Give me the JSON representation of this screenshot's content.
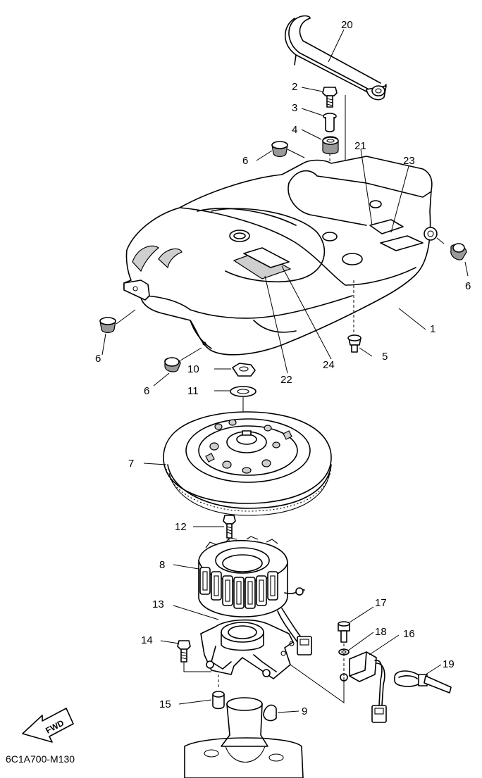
{
  "diagram": {
    "drawing_code": "6C1A700-M130",
    "direction_label": "FWD",
    "callouts": [
      {
        "id": "c20",
        "label": "20"
      },
      {
        "id": "c2",
        "label": "2"
      },
      {
        "id": "c3",
        "label": "3"
      },
      {
        "id": "c4",
        "label": "4"
      },
      {
        "id": "c21",
        "label": "21"
      },
      {
        "id": "c23",
        "label": "23"
      },
      {
        "id": "c6a",
        "label": "6"
      },
      {
        "id": "c6b",
        "label": "6"
      },
      {
        "id": "c6c",
        "label": "6"
      },
      {
        "id": "c6d",
        "label": "6"
      },
      {
        "id": "c1",
        "label": "1"
      },
      {
        "id": "c5",
        "label": "5"
      },
      {
        "id": "c24",
        "label": "24"
      },
      {
        "id": "c22",
        "label": "22"
      },
      {
        "id": "c10",
        "label": "10"
      },
      {
        "id": "c11",
        "label": "11"
      },
      {
        "id": "c7",
        "label": "7"
      },
      {
        "id": "c12",
        "label": "12"
      },
      {
        "id": "c8",
        "label": "8"
      },
      {
        "id": "c13",
        "label": "13"
      },
      {
        "id": "c17",
        "label": "17"
      },
      {
        "id": "c18",
        "label": "18"
      },
      {
        "id": "c16",
        "label": "16"
      },
      {
        "id": "c14",
        "label": "14"
      },
      {
        "id": "c19",
        "label": "19"
      },
      {
        "id": "c15",
        "label": "15"
      },
      {
        "id": "c9",
        "label": "9"
      }
    ]
  }
}
